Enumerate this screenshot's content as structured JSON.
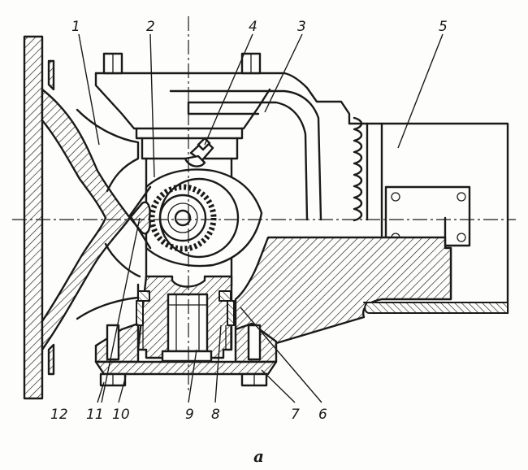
{
  "figure": {
    "caption": "a",
    "callouts": [
      {
        "id": "1",
        "label": "1"
      },
      {
        "id": "2",
        "label": "2"
      },
      {
        "id": "3",
        "label": "3"
      },
      {
        "id": "4",
        "label": "4"
      },
      {
        "id": "5",
        "label": "5"
      },
      {
        "id": "6",
        "label": "6"
      },
      {
        "id": "7",
        "label": "7"
      },
      {
        "id": "8",
        "label": "8"
      },
      {
        "id": "9",
        "label": "9"
      },
      {
        "id": "10",
        "label": "10"
      },
      {
        "id": "11",
        "label": "11"
      },
      {
        "id": "12",
        "label": "12"
      }
    ],
    "colors": {
      "ink": "#1a1a1a",
      "paper": "#fdfdfb"
    }
  }
}
